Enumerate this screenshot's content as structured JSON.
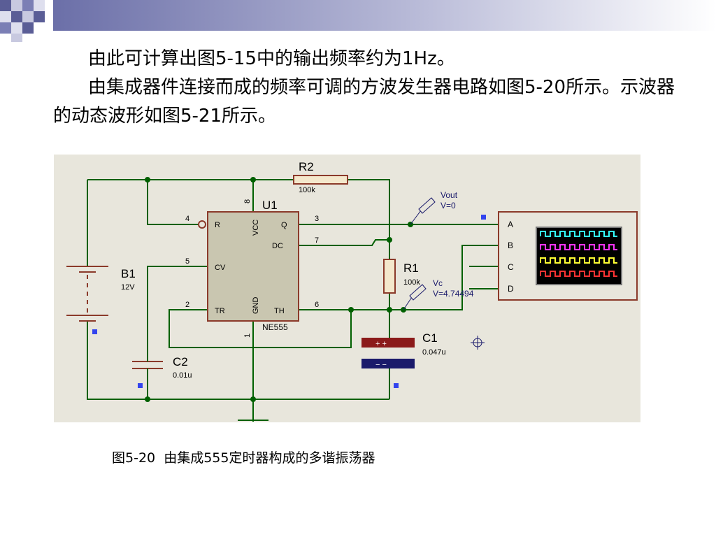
{
  "text": {
    "paragraph1": "由此可计算出图5-15中的输出频率约为1Hz。",
    "paragraph2": "由集成器件连接而成的频率可调的方波发生器电路如图5-20所示。示波器的动态波形如图5-21所示。"
  },
  "diagram": {
    "r2": {
      "name": "R2",
      "value": "100k"
    },
    "r1": {
      "name": "R1",
      "value": "100k"
    },
    "u1": {
      "name": "U1",
      "part": "NE555"
    },
    "b1": {
      "name": "B1",
      "value": "12V"
    },
    "c1": {
      "name": "C1",
      "value": "0.047u"
    },
    "c2": {
      "name": "C2",
      "value": "0.01u"
    },
    "vout_probe": {
      "name": "Vout",
      "reading": "V=0"
    },
    "vc_probe": {
      "name": "Vc",
      "reading": "V=4.74494"
    },
    "pins": {
      "p4": "4",
      "p5": "5",
      "p2": "2",
      "p3": "3",
      "p7": "7",
      "p6": "6",
      "p8": "8",
      "p1": "1",
      "R": "R",
      "CV": "CV",
      "TR": "TR",
      "Q": "Q",
      "DC": "DC",
      "TH": "TH",
      "VCC": "VCC",
      "GND": "GND"
    },
    "scope_channels": [
      "A",
      "B",
      "C",
      "D"
    ],
    "c1_marks": {
      "plus": "+ +",
      "minus": "− −"
    },
    "trace_colors": [
      "#33ffff",
      "#ff33ff",
      "#ffff33",
      "#ff3333"
    ],
    "wire_color": "#006000",
    "background_color": "#e8e6dc"
  },
  "caption": {
    "figure_number": "图5-20",
    "title": "由集成555定时器构成的多谐振荡器"
  }
}
